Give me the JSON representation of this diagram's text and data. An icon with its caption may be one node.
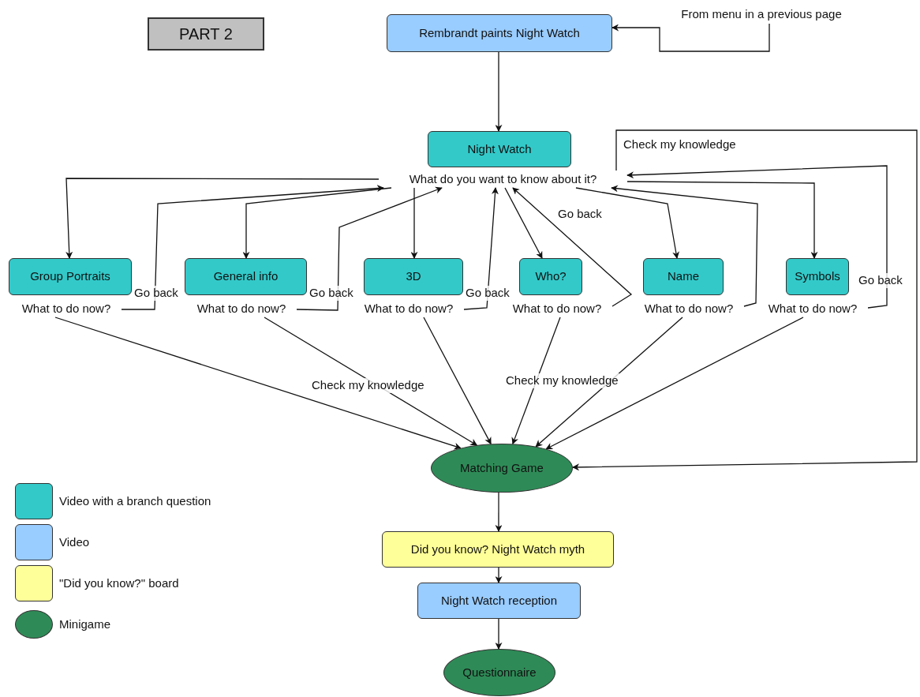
{
  "diagram": {
    "nodes": [
      {
        "text": [
          "PART 2"
        ]
      },
      {
        "text": [
          "Rembrandt paints Night Watch"
        ]
      },
      {
        "text": [
          "From menu in a previous page"
        ]
      },
      {
        "text": [
          "Night Watch"
        ]
      },
      {
        "text": [
          "What do you want to know about it?"
        ]
      },
      {
        "text": [
          "Group Portraits"
        ]
      },
      {
        "text": [
          "What to do now?"
        ]
      },
      {
        "text": [
          "General info"
        ]
      },
      {
        "text": [
          "What to do now?"
        ]
      },
      {
        "text": [
          "3D"
        ]
      },
      {
        "text": [
          "What to do now?"
        ]
      },
      {
        "text": [
          "Who?"
        ]
      },
      {
        "text": [
          "What to do now?"
        ]
      },
      {
        "text": [
          "Name"
        ]
      },
      {
        "text": [
          "What to do now?"
        ]
      },
      {
        "text": [
          "Symbols"
        ]
      },
      {
        "text": [
          "What to do now?"
        ]
      },
      {
        "text": [
          "Matching Game"
        ]
      },
      {
        "text": [
          "Did you know? Night Watch myth"
        ]
      },
      {
        "text": [
          "Night Watch reception"
        ]
      },
      {
        "text": [
          "Questionnaire"
        ]
      }
    ],
    "edges": [
      {
        "from": 2,
        "to": 1,
        "arrow": "to"
      },
      {
        "from": 1,
        "to": 3,
        "arrow": "to"
      },
      {
        "from": 4,
        "to": 5,
        "arrow": "to"
      },
      {
        "from": 6,
        "to": 4,
        "arrow": "to",
        "label": "Go back"
      },
      {
        "from": 4,
        "to": 7,
        "arrow": "to"
      },
      {
        "from": 8,
        "to": 4,
        "arrow": "to",
        "label": "Go back"
      },
      {
        "from": 4,
        "to": 9,
        "arrow": "to"
      },
      {
        "from": 10,
        "to": 4,
        "arrow": "to",
        "label": "Go back"
      },
      {
        "from": 4,
        "to": 11,
        "arrow": "to"
      },
      {
        "from": 12,
        "to": 4,
        "arrow": "to",
        "label": "Go back"
      },
      {
        "from": 4,
        "to": 13,
        "arrow": "to"
      },
      {
        "from": 14,
        "to": 4,
        "arrow": "to"
      },
      {
        "from": 4,
        "to": 15,
        "arrow": "to"
      },
      {
        "from": 16,
        "to": 4,
        "arrow": "to",
        "label": "Go back"
      },
      {
        "from": 4,
        "to": 17,
        "arrow": "to",
        "label": "Check my knowledge"
      },
      {
        "from": 6,
        "to": 17,
        "arrow": "to"
      },
      {
        "from": 8,
        "to": 17,
        "arrow": "to",
        "label": "Check my knowledge"
      },
      {
        "from": 10,
        "to": 17,
        "arrow": "to"
      },
      {
        "from": 12,
        "to": 17,
        "arrow": "to",
        "label": "Check my knowledge"
      },
      {
        "from": 14,
        "to": 17,
        "arrow": "to"
      },
      {
        "from": 16,
        "to": 17,
        "arrow": "to"
      },
      {
        "from": 17,
        "to": 18,
        "arrow": "to"
      },
      {
        "from": 18,
        "to": 19,
        "arrow": "to"
      },
      {
        "from": 19,
        "to": 20,
        "arrow": "to"
      }
    ],
    "legend": [
      {
        "text": "Video with a branch question",
        "color": "#33c9c9"
      },
      {
        "text": "Video",
        "color": "#99ccff"
      },
      {
        "text": "\"Did you know?\" board",
        "color": "#ffff99"
      },
      {
        "text": "Minigame",
        "color": "#2e8b57"
      }
    ]
  }
}
